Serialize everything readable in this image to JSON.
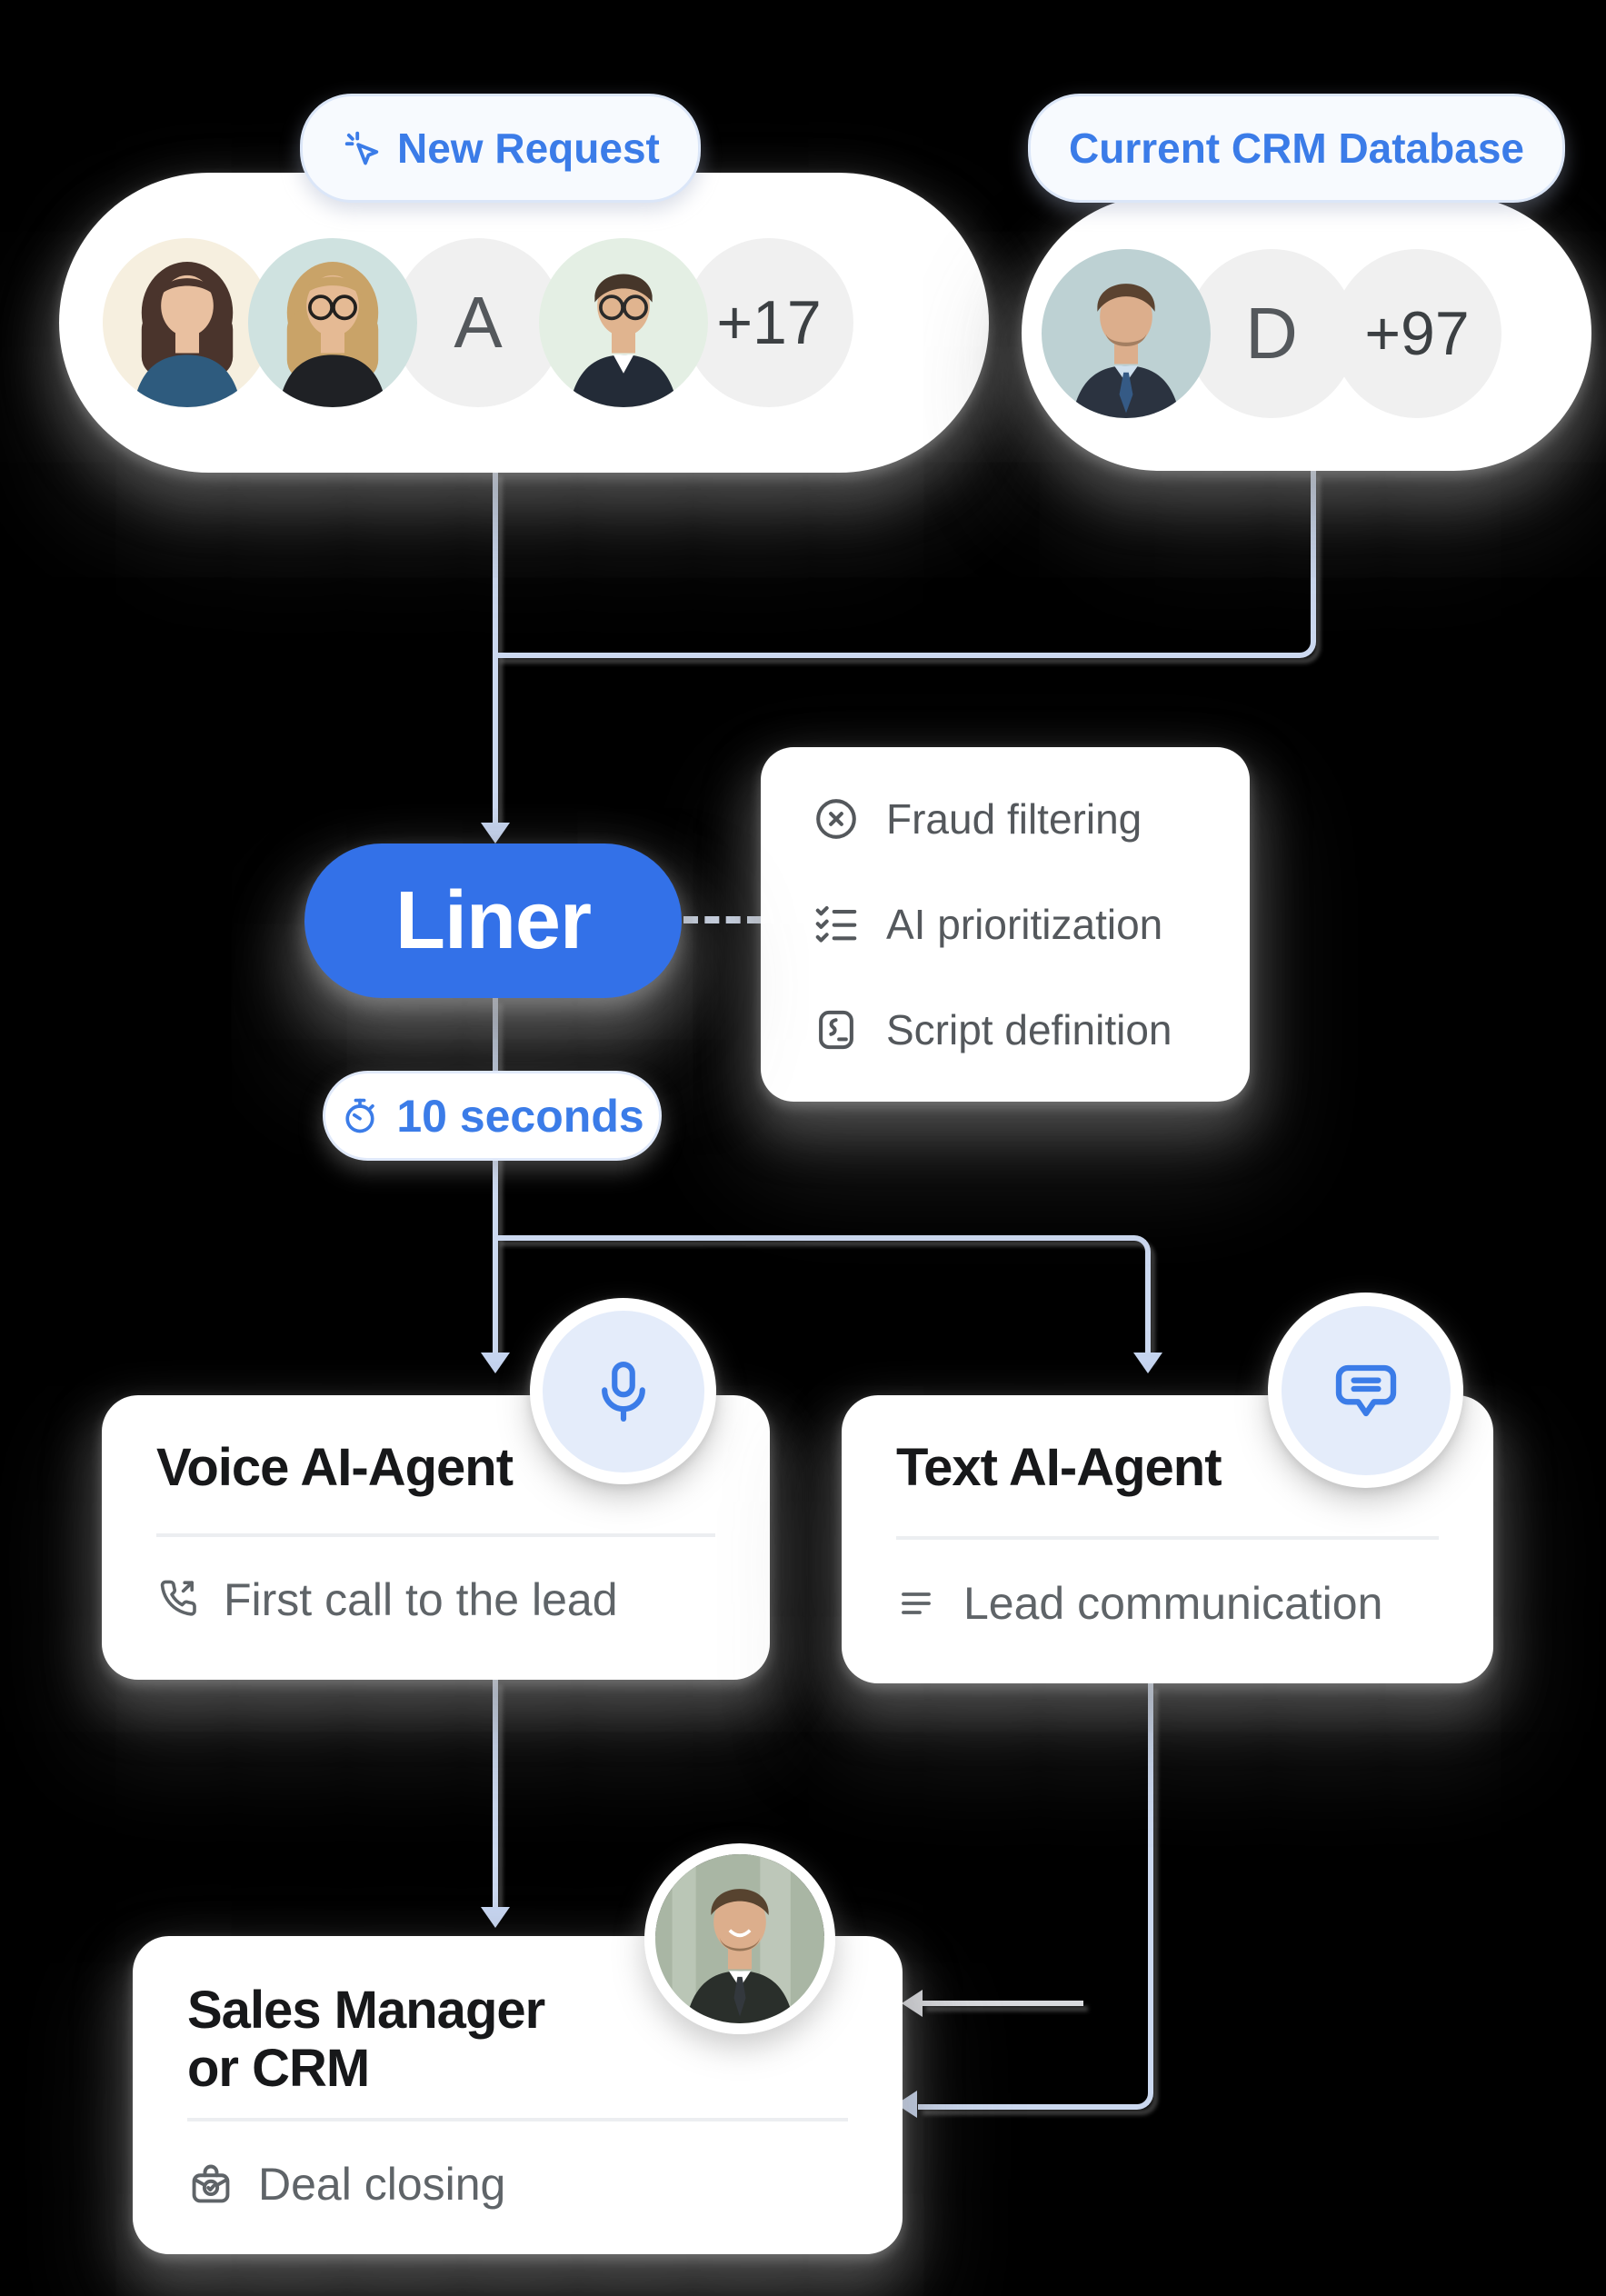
{
  "colors": {
    "background": "#000000",
    "accent_blue": "#3B7CE8",
    "liner_blue": "#3371E8",
    "connector_blue": "#CCD9F0",
    "connector_gray": "#D9DADE",
    "card_white": "#FFFFFF",
    "badge_bg": "#F7FAFE",
    "badge_border": "#DBE6F8",
    "icon_circle_bg": "#E4ECFA",
    "title_dark": "#17181A",
    "row_gray": "#5F6468",
    "divider_gray": "#ECEEF1"
  },
  "sources": {
    "new_request": {
      "badge_label": "New Request",
      "badge_icon": "cursor-click-icon",
      "letter": "A",
      "more_count": "+17"
    },
    "crm": {
      "badge_label": "Current CRM Database",
      "letter": "D",
      "more_count": "+97"
    }
  },
  "liner": {
    "label": "Liner"
  },
  "features": {
    "items": [
      {
        "icon": "circle-x-icon",
        "label": "Fraud filtering"
      },
      {
        "icon": "checklist-icon",
        "label": "AI prioritization"
      },
      {
        "icon": "script-icon",
        "label": "Script definition"
      }
    ]
  },
  "timer": {
    "icon": "stopwatch-icon",
    "label": "10 seconds"
  },
  "agents": {
    "voice": {
      "title": "Voice AI-Agent",
      "corner_icon": "microphone-icon",
      "row_icon": "phone-outgoing-icon",
      "row_label": "First call to the lead"
    },
    "text": {
      "title": "Text AI-Agent",
      "corner_icon": "chat-bubble-icon",
      "row_icon": "text-lines-icon",
      "row_label": "Lead communication"
    }
  },
  "sales": {
    "title_line1": "Sales Manager",
    "title_line2": "or CRM",
    "row_icon": "briefcase-check-icon",
    "row_label": "Deal closing"
  }
}
